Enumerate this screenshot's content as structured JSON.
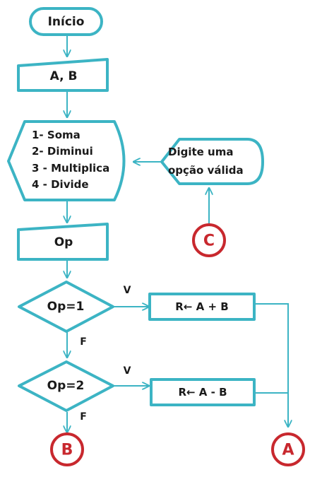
{
  "colors": {
    "flow": "#3cb4c4",
    "connector": "#c8282e",
    "text": "#1a1a1a"
  },
  "nodes": {
    "start": "Início",
    "input_ab": "A, B",
    "menu": {
      "line1": "1- Soma",
      "line2": "2- Diminui",
      "line3": "3 - Multiplica",
      "line4": "4 - Divide"
    },
    "prompt": {
      "line1": "Digite uma",
      "line2": "opção válida"
    },
    "input_op": "Op",
    "decision1": "Op=1",
    "decision2": "Op=2",
    "process_sum": "R← A + B",
    "process_sub": "R← A - B"
  },
  "connectors": {
    "a": "A",
    "b": "B",
    "c": "C"
  },
  "branch_labels": {
    "true": "V",
    "false": "F"
  }
}
